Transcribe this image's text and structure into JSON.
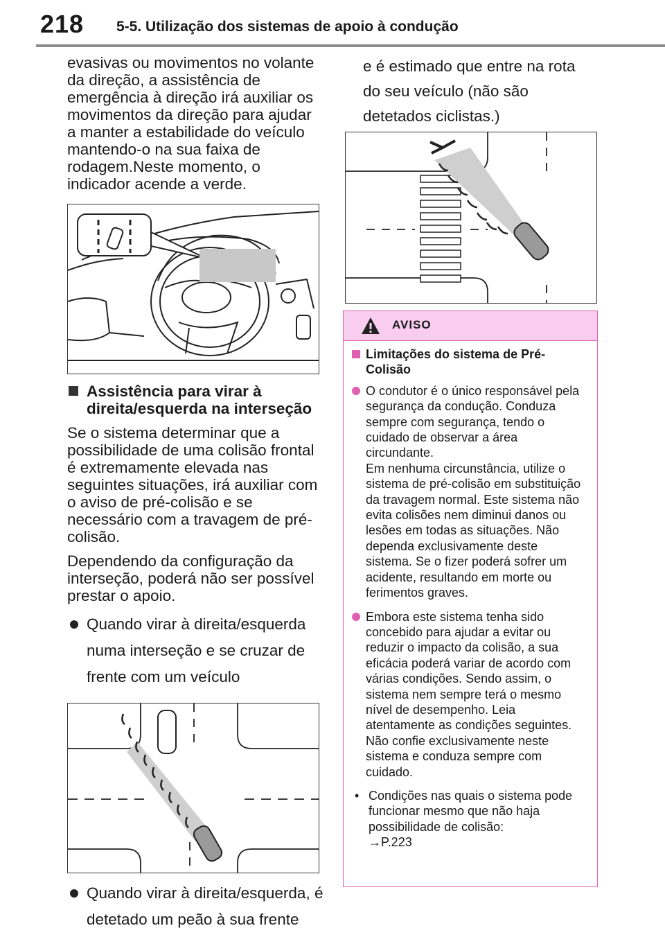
{
  "header": {
    "page_number": "218",
    "section_title": "5-5. Utilização dos sistemas de apoio à condução"
  },
  "left": {
    "intro": "evasivas ou movimentos no volante da direção, a assistência de emergência à direção irá auxiliar os movimentos da direção para ajudar a manter a estabilidade do veículo mantendo-o na sua faixa de rodagem.Neste momento, o indicador acende a verde.",
    "heading": "Assistência para virar à direita/esquerda na interseção",
    "para1": "Se o sistema determinar que a possibilidade de uma colisão frontal é extremamente elevada nas seguintes situações, irá auxiliar com o aviso de pré-colisão e se necessário com a travagem de pré-colisão.",
    "para2": "Dependendo da configuração da interseção, poderá não ser possível prestar o apoio.",
    "bullet1": "Quando virar à direita/esquerda numa interseção e se cruzar de frente com um veículo",
    "bullet2": "Quando virar à direita/esquerda, é detetado um peão à sua frente"
  },
  "right": {
    "continuation": "e é estimado que entre na rota do seu veículo (não são detetados ciclistas.)"
  },
  "warning": {
    "title": "AVISO",
    "heading": "Limitações do sistema de Pré-Colisão",
    "item1": "O condutor é o único responsável pela segurança da condução. Conduza sempre com segurança, tendo o cuidado de observar a área circundante.\nEm nenhuma circunstância, utilize o sistema de pré-colisão em substituição da travagem normal. Este sistema não evita colisões nem diminui danos ou lesões em todas as situações. Não dependa exclusivamente deste sistema. Se o fizer poderá sofrer um acidente, resultando em morte ou ferimentos graves.",
    "item2": "Embora este sistema tenha sido concebido para ajudar a evitar ou reduzir o impacto da colisão, a sua eficácia poderá variar de acordo com várias condições. Sendo assim, o sistema nem sempre terá o mesmo nível de desempenho. Leia atentamente as condições seguintes. Não confie exclusivamente neste sistema e conduza sempre com cuidado.",
    "sub1": "Condições nas quais o sistema pode funcionar mesmo que não haja possibilidade de colisão:",
    "sub1_ref": "→P.223"
  }
}
